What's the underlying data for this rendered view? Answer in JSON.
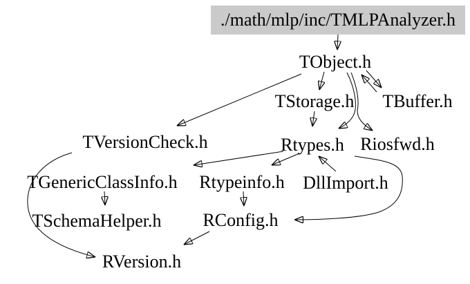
{
  "graph": {
    "root": {
      "label": "./math/mlp/inc/TMLPAnalyzer.h"
    },
    "nodes": {
      "tobject": {
        "label": "TObject.h"
      },
      "tstorage": {
        "label": "TStorage.h"
      },
      "tbuffer": {
        "label": "TBuffer.h"
      },
      "tversioncheck": {
        "label": "TVersionCheck.h"
      },
      "rtypes": {
        "label": "Rtypes.h"
      },
      "riosfwd": {
        "label": "Riosfwd.h"
      },
      "tgenericclassinfo": {
        "label": "TGenericClassInfo.h"
      },
      "rtypeinfo": {
        "label": "Rtypeinfo.h"
      },
      "dllimport": {
        "label": "DllImport.h"
      },
      "tschemahelper": {
        "label": "TSchemaHelper.h"
      },
      "rconfig": {
        "label": "RConfig.h"
      },
      "rversion": {
        "label": "RVersion.h"
      }
    },
    "edges": [
      {
        "from": "./math/mlp/inc/TMLPAnalyzer.h",
        "to": "TObject.h"
      },
      {
        "from": "TObject.h",
        "to": "TVersionCheck.h"
      },
      {
        "from": "TObject.h",
        "to": "TStorage.h"
      },
      {
        "from": "TObject.h",
        "to": "TBuffer.h"
      },
      {
        "from": "TBuffer.h",
        "to": "TObject.h"
      },
      {
        "from": "TObject.h",
        "to": "Rtypes.h"
      },
      {
        "from": "TObject.h",
        "to": "Riosfwd.h"
      },
      {
        "from": "TStorage.h",
        "to": "Rtypes.h"
      },
      {
        "from": "Rtypes.h",
        "to": "TGenericClassInfo.h"
      },
      {
        "from": "Rtypes.h",
        "to": "Rtypeinfo.h"
      },
      {
        "from": "DllImport.h",
        "to": "Rtypes.h"
      },
      {
        "from": "Riosfwd.h",
        "to": "RConfig.h"
      },
      {
        "from": "Rtypeinfo.h",
        "to": "RConfig.h"
      },
      {
        "from": "TGenericClassInfo.h",
        "to": "TSchemaHelper.h"
      },
      {
        "from": "TVersionCheck.h",
        "to": "RVersion.h"
      },
      {
        "from": "RConfig.h",
        "to": "RVersion.h"
      }
    ]
  },
  "colors": {
    "background": "#ffffff",
    "root_box_fill": "#cacaca",
    "edge": "#000000",
    "text": "#000000"
  }
}
